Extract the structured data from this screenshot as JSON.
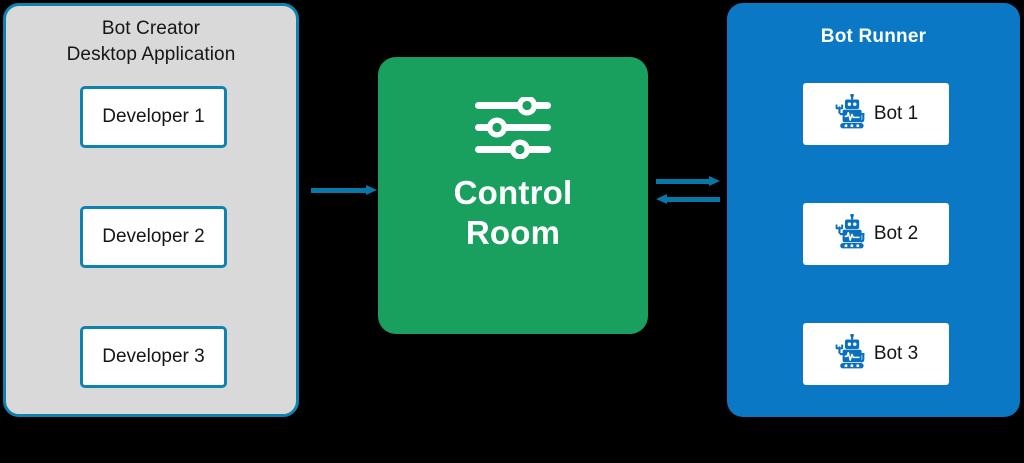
{
  "diagram": {
    "title": "Bot Creator / Control Room / Bot Runner architecture",
    "background_color": "#000000",
    "accent_teal": "#0e83b0",
    "accent_green": "#1aa05e",
    "accent_blue": "#0a78c4",
    "arrow_color": "#0878a8"
  },
  "creator": {
    "title_line1": "Bot Creator",
    "title_line2": "Desktop Application",
    "panel_color": "#d9d9d9",
    "border_color": "#0e83b0",
    "items": [
      {
        "label": "Developer 1"
      },
      {
        "label": "Developer 2"
      },
      {
        "label": "Developer 3"
      }
    ]
  },
  "control_room": {
    "label_line1": "Control",
    "label_line2": "Room",
    "icon": "sliders-icon",
    "color": "#1aa05e"
  },
  "runner": {
    "title": "Bot Runner",
    "panel_color": "#0a78c4",
    "items": [
      {
        "label": "Bot 1",
        "icon": "robot-icon"
      },
      {
        "label": "Bot 2",
        "icon": "robot-icon"
      },
      {
        "label": "Bot 3",
        "icon": "robot-icon"
      }
    ]
  },
  "connectors": [
    {
      "name": "creator-to-control-room",
      "direction": "right",
      "icon": "arrow-right-icon"
    },
    {
      "name": "control-room-to-runner",
      "direction": "right",
      "icon": "arrow-right-icon"
    },
    {
      "name": "runner-to-control-room",
      "direction": "left",
      "icon": "arrow-left-icon"
    }
  ]
}
